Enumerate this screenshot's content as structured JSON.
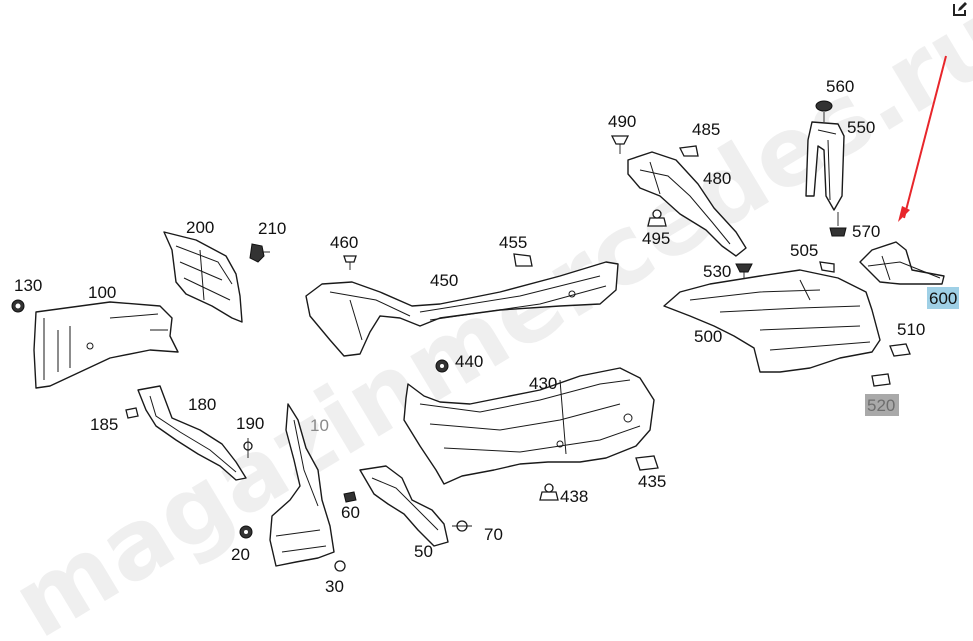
{
  "watermark": "magazinmercedes.ru",
  "highlight_colors": {
    "selected": "#9fd0e6",
    "secondary": "#a9a9a9",
    "arrow": "#e8262b"
  },
  "toolbar": {
    "edit_icon": "edit-icon"
  },
  "labels": {
    "p130": "130",
    "p100": "100",
    "p200": "200",
    "p210": "210",
    "p460": "460",
    "p455": "455",
    "p450": "450",
    "p490": "490",
    "p485": "485",
    "p480": "480",
    "p495": "495",
    "p560": "560",
    "p550": "550",
    "p570": "570",
    "p505": "505",
    "p530": "530",
    "p500": "500",
    "p600": "600",
    "p510": "510",
    "p520": "520",
    "p185": "185",
    "p180": "180",
    "p190": "190",
    "p10": "10",
    "p20": "20",
    "p30": "30",
    "p60": "60",
    "p50": "50",
    "p70": "70",
    "p440": "440",
    "p430": "430",
    "p438": "438",
    "p435": "435"
  }
}
